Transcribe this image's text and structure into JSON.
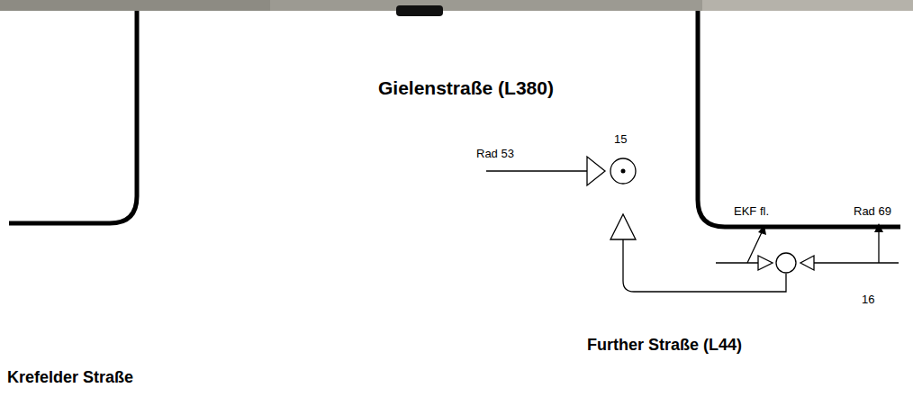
{
  "diagram": {
    "nodes": [
      {
        "text": [
          "15"
        ]
      },
      {
        "text": [
          "16"
        ]
      }
    ],
    "edges": [
      {
        "from": 1,
        "to": 0,
        "arrow": "to"
      }
    ],
    "labels": [
      "Gielenstraße (L380)",
      "Rad 53",
      "EKF fl.",
      "Rad 69",
      "Further Straße (L44)",
      "Krefelder Straße"
    ]
  }
}
